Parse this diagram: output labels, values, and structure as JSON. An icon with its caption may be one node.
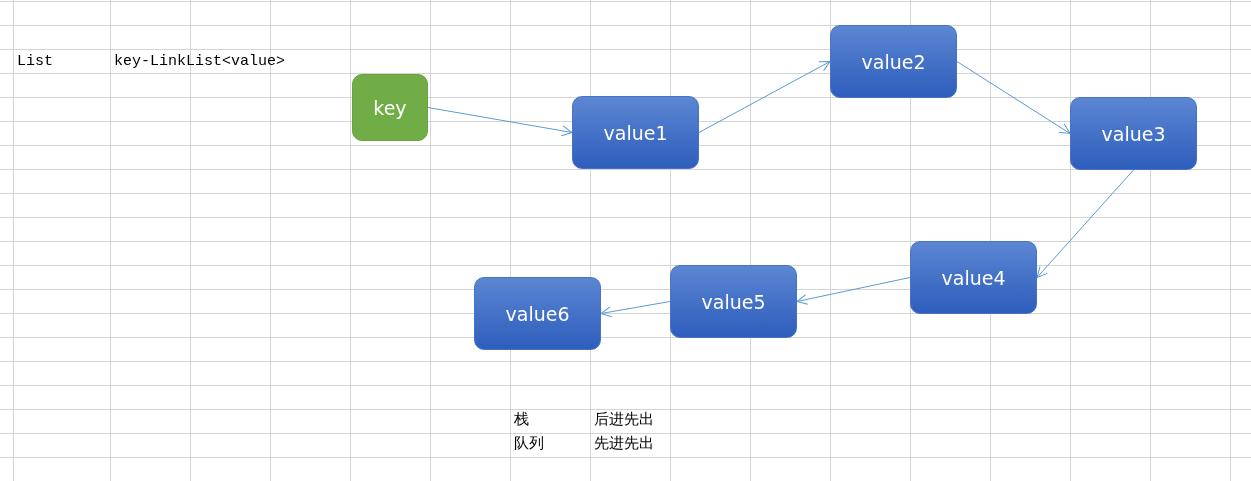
{
  "diagram": {
    "nodes": [
      {
        "text": [
          "key"
        ]
      },
      {
        "text": [
          "value1"
        ]
      },
      {
        "text": [
          "value2"
        ]
      },
      {
        "text": [
          "value3"
        ]
      },
      {
        "text": [
          "value4"
        ]
      },
      {
        "text": [
          "value5"
        ]
      },
      {
        "text": [
          "value6"
        ]
      }
    ],
    "edges": [
      {
        "from": 0,
        "to": 1,
        "arrow": "to"
      },
      {
        "from": 1,
        "to": 2,
        "arrow": "to"
      },
      {
        "from": 2,
        "to": 3,
        "arrow": "to"
      },
      {
        "from": 3,
        "to": 4,
        "arrow": "to"
      },
      {
        "from": 4,
        "to": 5,
        "arrow": "to"
      },
      {
        "from": 5,
        "to": 6,
        "arrow": "to"
      }
    ],
    "labels": [
      "List",
      "key-LinkList<value>",
      "栈",
      "后进先出",
      "队列",
      "先进先出"
    ]
  }
}
